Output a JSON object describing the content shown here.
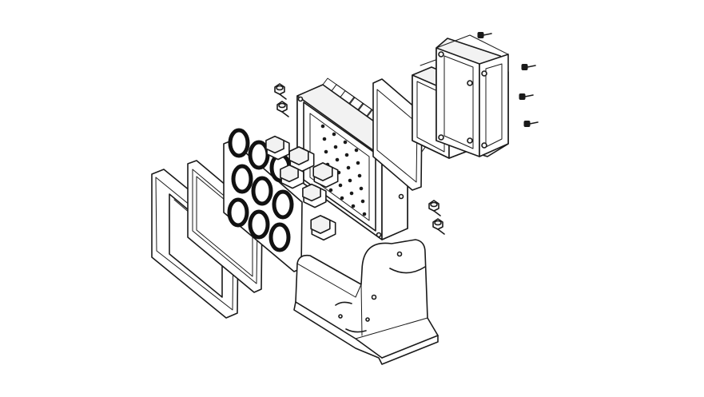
{
  "figure": {
    "background": "#ffffff",
    "line_color": "#1a1a1a",
    "parts": [
      "outer-frame-gasket",
      "inner-frame-gasket",
      "lens-plate",
      "optic-holders",
      "housing",
      "heat-sink-fins",
      "seal-plate",
      "driver-box",
      "driver-cover",
      "mounting-bracket",
      "screws"
    ],
    "lens_count": 9,
    "optic_count": 6
  }
}
